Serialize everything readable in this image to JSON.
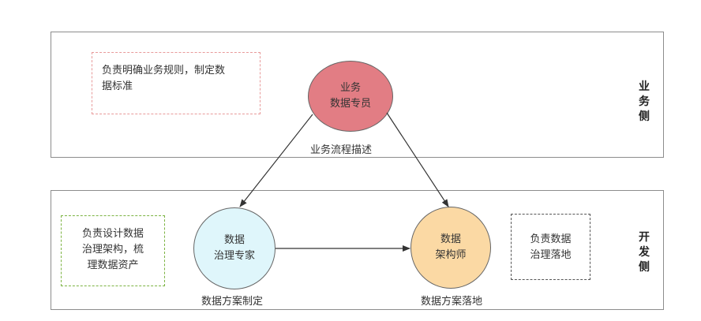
{
  "business_panel": {
    "side_label": [
      "业",
      "务",
      "侧"
    ],
    "note": [
      "负责明确业务规则，制定数",
      "据标准"
    ],
    "role": {
      "line1": "业务",
      "line2": "数据专员",
      "caption": "业务流程描述",
      "fill": "#e27d84"
    }
  },
  "dev_panel": {
    "side_label": [
      "开",
      "发",
      "侧"
    ],
    "left_note": [
      "负责设计数据",
      "治理架构，梳",
      "理数据资产"
    ],
    "right_note": [
      "负责数据",
      "治理落地"
    ],
    "governance_expert": {
      "line1": "数据",
      "line2": "治理专家",
      "caption": "数据方案制定",
      "fill": "#dff6fb"
    },
    "architect": {
      "line1": "数据",
      "line2": "架构师",
      "caption": "数据方案落地",
      "fill": "#fbd9a4"
    }
  },
  "colors": {
    "panel_border": "#8c8c8c",
    "business_note_border": "#e89a9a",
    "left_note_border": "#7cb342",
    "right_note_border": "#555555",
    "arrow": "#333333"
  }
}
